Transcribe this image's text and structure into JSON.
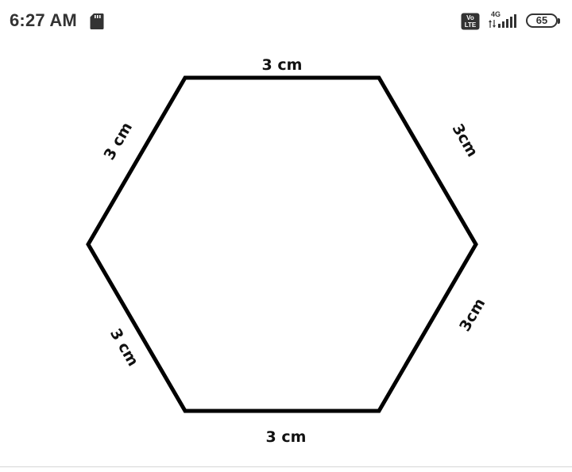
{
  "status_bar": {
    "time": "6:27 AM",
    "network_type": "4G",
    "volte_top": "Vo",
    "volte_bottom": "LTE",
    "battery_level": "65",
    "icons": [
      "sd-card-icon",
      "volte-icon",
      "signal-icon",
      "battery-icon"
    ]
  },
  "figure": {
    "sides": [
      {
        "label": "3 cm"
      },
      {
        "label": "3cm"
      },
      {
        "label": "3cm"
      },
      {
        "label": "3 cm"
      },
      {
        "label": "3 cm"
      },
      {
        "label": "3 cm"
      }
    ]
  }
}
